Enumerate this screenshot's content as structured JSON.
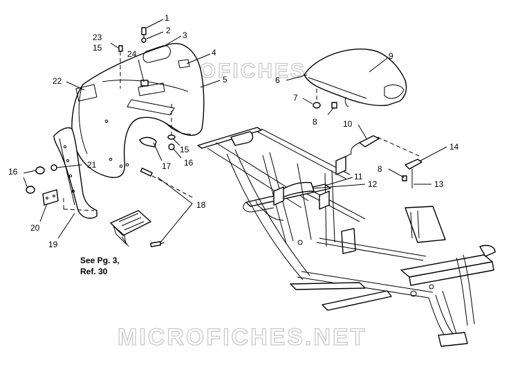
{
  "watermark_top": "MICROFICHES.NET",
  "watermark_bottom": "MICROFICHES.NET",
  "note": {
    "line1": "See Pg. 3,",
    "line2": "Ref. 30"
  },
  "callouts": {
    "c1": "1",
    "c2": "2",
    "c3": "3",
    "c4": "4",
    "c5": "5",
    "c6": "6",
    "c7": "7",
    "c8a": "8",
    "c8b": "8",
    "c9": "9",
    "c10": "10",
    "c11": "11",
    "c12": "12",
    "c13": "13",
    "c14": "14",
    "c15a": "15",
    "c15b": "15",
    "c16a": "16",
    "c16b": "16",
    "c17": "17",
    "c18": "18",
    "c19": "19",
    "c20": "20",
    "c21": "21",
    "c22": "22",
    "c23": "23",
    "c24": "24"
  },
  "colors": {
    "line": "#000000",
    "watermark": "#c8c8c8",
    "background": "#ffffff"
  }
}
